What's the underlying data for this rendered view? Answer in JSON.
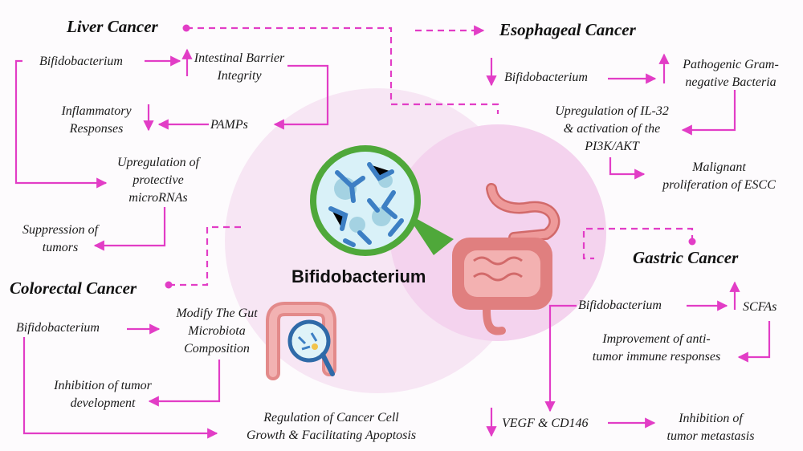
{
  "center": {
    "label": "Bifidobacterium"
  },
  "colors": {
    "arrow": "#e23dc6",
    "background_circle": "#f6e1f3",
    "bacteria": "#3d7fc4",
    "gut": "#e88a8a"
  },
  "liver": {
    "title": "Liver Cancer",
    "bifido": "Bifidobacterium",
    "barrier": [
      "Intestinal Barrier",
      "Integrity"
    ],
    "inflammatory": [
      "Inflammatory",
      "Responses"
    ],
    "pamps": "PAMPs",
    "microrna": [
      "Upregulation of",
      "protective",
      "microRNAs"
    ],
    "suppression": [
      "Suppression of",
      "tumors"
    ]
  },
  "esophageal": {
    "title": "Esophageal Cancer",
    "bifido": "Bifidobacterium",
    "pathogenic": [
      "Pathogenic Gram-",
      "negative Bacteria"
    ],
    "il32": [
      "Upregulation of IL-32",
      "& activation of the",
      "PI3K/AKT"
    ],
    "malignant": [
      "Malignant",
      "proliferation of ESCC"
    ]
  },
  "colorectal": {
    "title": "Colorectal Cancer",
    "bifido": "Bifidobacterium",
    "modify": [
      "Modify The Gut",
      "Microbiota",
      "Composition"
    ],
    "inhibition": [
      "Inhibition of tumor",
      "development"
    ],
    "regulation": [
      "Regulation of Cancer Cell",
      "Growth & Facilitating Apoptosis"
    ]
  },
  "gastric": {
    "title": "Gastric Cancer",
    "bifido": "Bifidobacterium",
    "scfas": "SCFAs",
    "improvement": [
      "Improvement of anti-",
      "tumor immune responses"
    ],
    "vegf": "VEGF & CD146",
    "metastasis": [
      "Inhibition of",
      "tumor metastasis"
    ]
  }
}
